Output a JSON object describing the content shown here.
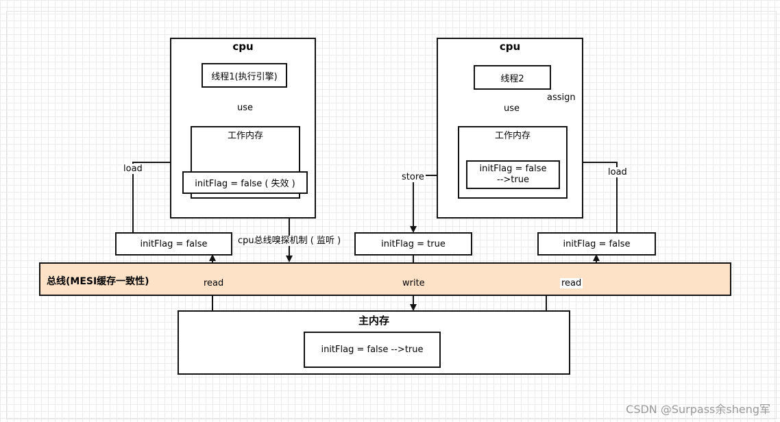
{
  "cpu1": {
    "title": "cpu",
    "thread": "线程1(执行引擎)",
    "use_label": "use",
    "work_mem_title": "工作内存",
    "var": "initFlag = false ( 失效 )"
  },
  "cpu2": {
    "title": "cpu",
    "thread": "线程2",
    "use_label": "use",
    "assign_label": "assign",
    "work_mem_title": "工作内存",
    "var_line1": "initFlag = false",
    "var_line2": "-->true"
  },
  "links": {
    "load_left": "load",
    "load_right": "load",
    "store": "store",
    "snoop": "cpu总线嗅探机制 ( 监听 )",
    "read_left": "read",
    "write": "write",
    "read_right": "read"
  },
  "bus_boxes": {
    "left": "initFlag = false",
    "middle": "initFlag = true",
    "right": "initFlag = false"
  },
  "bus": {
    "label": "总线(MESI缓存一致性)"
  },
  "main_memory": {
    "title": "主内存",
    "var": "initFlag = false -->true"
  },
  "watermark": "CSDN @Surpass余sheng军"
}
